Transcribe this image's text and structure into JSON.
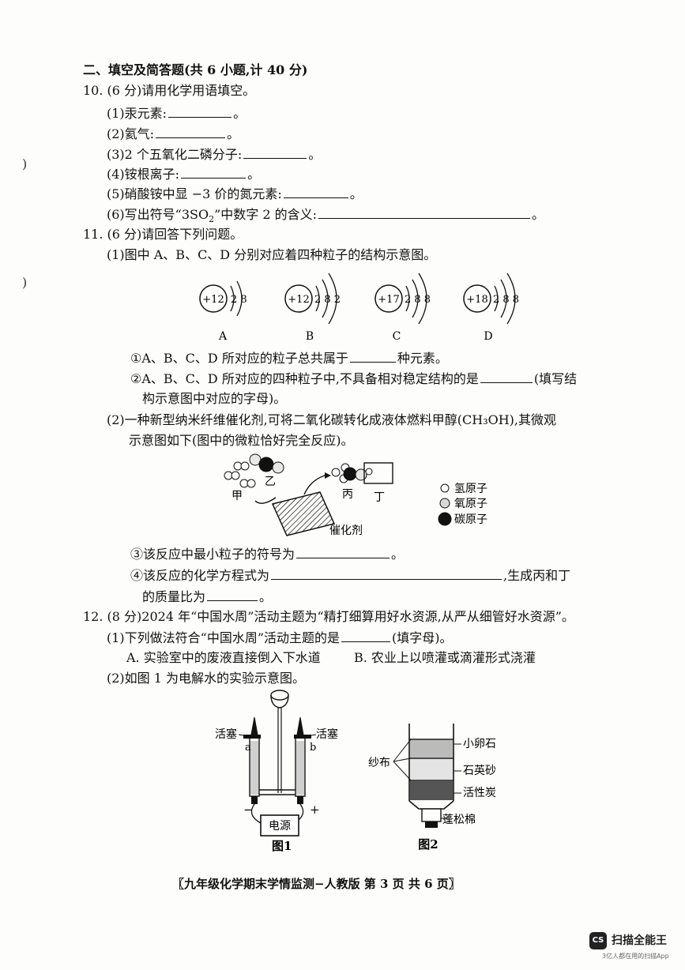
{
  "section_title": "二、填空及简答题(共 6 小题,计 40 分)",
  "margin_marks": [
    ")",
    ")"
  ],
  "q10": {
    "stem": "10. (6 分)请用化学用语填空。",
    "items": [
      {
        "pre": "(1)汞元素:",
        "post": "。"
      },
      {
        "pre": "(2)氦气:",
        "post": "。"
      },
      {
        "pre": "(3)2 个五氧化二磷分子:",
        "post": "。"
      },
      {
        "pre": "(4)铵根离子:",
        "post": "。"
      },
      {
        "pre": "(5)硝酸铵中显 −3 价的氮元素:",
        "post": "。"
      },
      {
        "pre": "(6)写出符号“3SO",
        "sub": "2",
        "mid": "”中数字 2 的含义:",
        "post": "。"
      }
    ]
  },
  "q11": {
    "stem": "11. (6 分)请回答下列问题。",
    "p1": "(1)图中 A、B、C、D 分别对应着四种粒子的结构示意图。",
    "atoms": [
      {
        "nucleus": "+12",
        "shells": "2 8",
        "label": "A"
      },
      {
        "nucleus": "+12",
        "shells": "2 8 2",
        "label": "B"
      },
      {
        "nucleus": "+17",
        "shells": "2 8 8",
        "label": "C"
      },
      {
        "nucleus": "+18",
        "shells": "2 8 8",
        "label": "D"
      }
    ],
    "s1_pre": "①A、B、C、D 所对应的粒子总共属于",
    "s1_post": "种元素。",
    "s2_pre": "②A、B、C、D 所对应的四种粒子中,不具备相对稳定结构的是",
    "s2_post": "(填写结",
    "s2_cont": "构示意图中对应的字母)。",
    "p2_line1": "(2)一种新型纳米纤维催化剂,可将二氧化碳转化成液体燃料甲醇(CH₃OH),其微观",
    "p2_line2": "示意图如下(图中的微粒恰好完全反应)。",
    "diagram": {
      "jia": "甲",
      "yi": "乙",
      "bing": "丙",
      "ding": "丁",
      "catalyst": "催化剂",
      "legend": [
        "氢原子",
        "氧原子",
        "碳原子"
      ]
    },
    "s3_pre": "③该反应中最小粒子的符号为",
    "s3_post": "。",
    "s4_pre": "④该反应的化学方程式为",
    "s4_post": ",生成丙和丁",
    "s4_cont_pre": "的质量比为",
    "s4_cont_post": "。"
  },
  "q12": {
    "stem": "12. (8 分)2024 年“中国水周”活动主题为“精打细算用好水资源,从严从细管好水资源”。",
    "p1_pre": "(1)下列做法符合“中国水周”活动主题的是",
    "p1_post": "(填字母)。",
    "option_a": "A. 实验室中的废液直接倒入下水道",
    "option_b": "B. 农业上以喷灌或滴灌形式浇灌",
    "p2": "(2)如图 1 为电解水的实验示意图。",
    "fig1": {
      "stopcock_left": "活塞",
      "stopcock_right": "活塞",
      "a": "a",
      "b": "b",
      "minus": "−",
      "plus": "+",
      "power": "电源",
      "caption": "图1"
    },
    "fig2": {
      "gauze": "纱布",
      "layers": [
        "小卵石",
        "石英砂",
        "活性炭",
        "蓬松棉"
      ],
      "caption": "图2"
    }
  },
  "footer": "〖九年级化学期末学情监测−人教版   第 3 页   共 6 页〗",
  "watermark": {
    "logo": "CS",
    "name": "扫描全能王",
    "sub": "3亿人都在用的扫描App"
  }
}
